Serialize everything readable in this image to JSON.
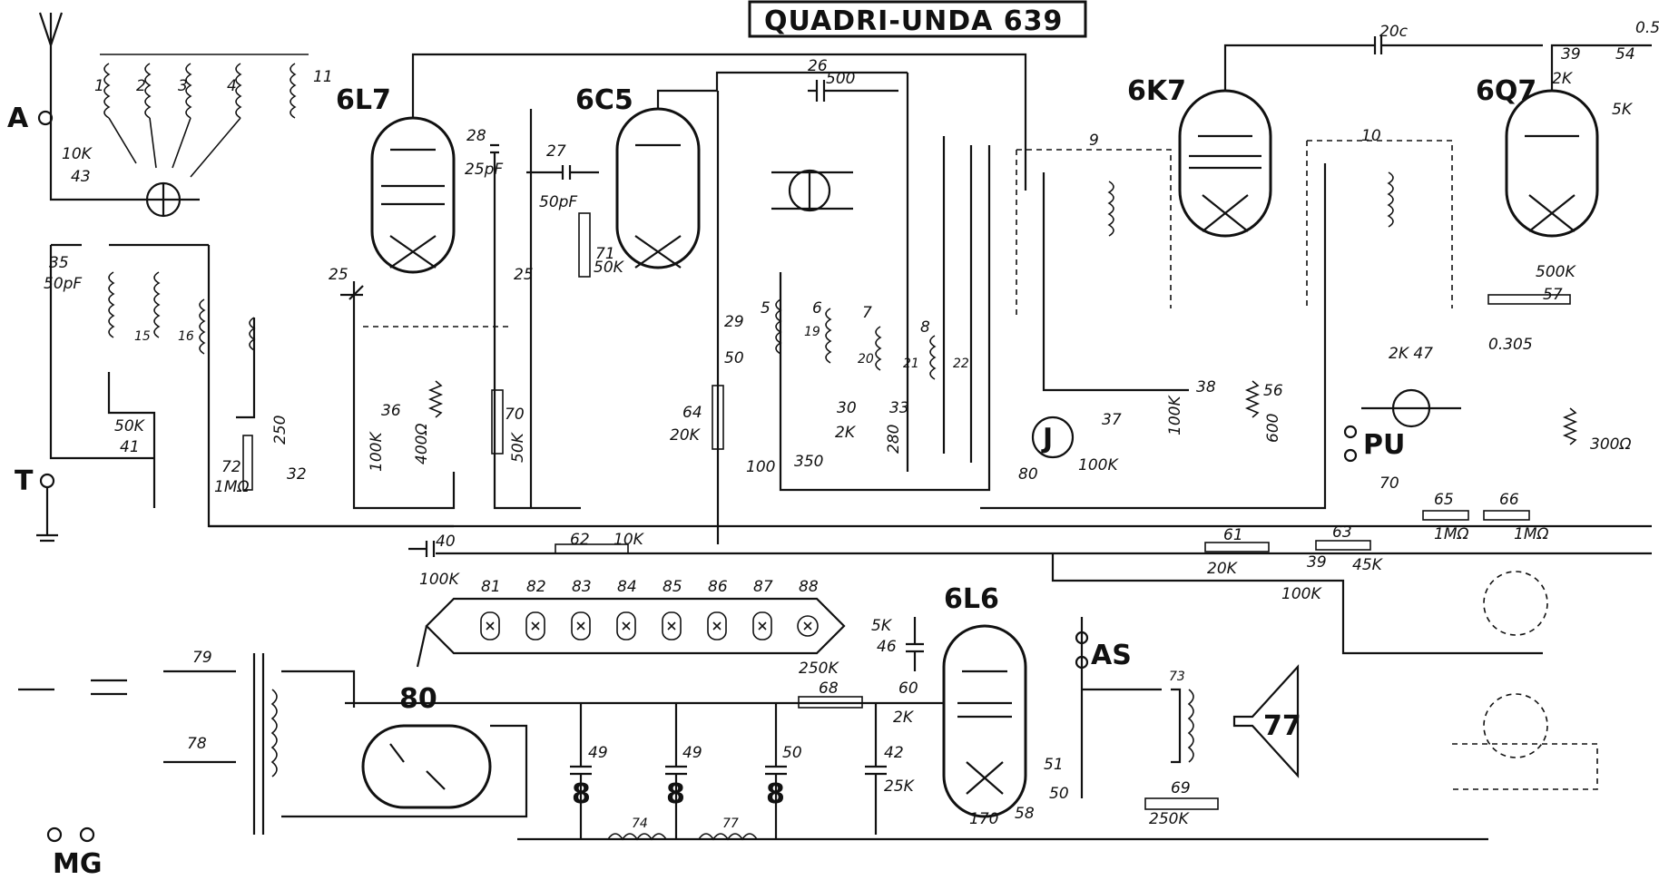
{
  "title": "QUADRI-UNDA 639",
  "tubes": [
    "6L7",
    "6C5",
    "6K7",
    "6Q7",
    "6L6",
    "80"
  ],
  "terminals": {
    "antenna": "A",
    "ground": "T",
    "pickup": "PU",
    "speaker": "AS",
    "mains": "MG",
    "dial_lamp": "J",
    "dial_lamp_num": "80",
    "speaker_num": "77"
  },
  "labels": {
    "c43_a": "10K",
    "c43_b": "43",
    "c35_a": "35",
    "c35_b": "50pF",
    "r41_a": "50K",
    "r41_b": "41",
    "r72_a": "72",
    "r72_b": "1MΩ",
    "c250": "250",
    "c32": "32",
    "c25a": "25",
    "c25b": "25",
    "c28": "28",
    "c25pf": "25pF",
    "c27": "27",
    "c50pf": "50pF",
    "c26": "26",
    "c500": "500",
    "r71": "71",
    "r50k71": "50K",
    "c36": "36",
    "c100k36": "100K",
    "r400": "400Ω",
    "r70": "70",
    "r50k70": "50K",
    "r64": "64",
    "r20k64": "20K",
    "c29": "29",
    "c50_29": "50",
    "c100": "100",
    "c350": "350",
    "c30": "30",
    "r2k30": "2K",
    "c33": "33",
    "c280": "280",
    "ifno9": "9",
    "ifno10": "10",
    "c20c": "20c",
    "c38": "38",
    "c100k38": "100K",
    "r56": "56",
    "r600": "600",
    "c37": "37",
    "c100k37": "100K",
    "r500k": "500K",
    "r57": "57",
    "r2k47": "2K 47",
    "r39": "39",
    "r54": "54",
    "r2k": "2K",
    "r5k": "5K",
    "c0305": "0.305",
    "c05": "0.5",
    "r300": "300Ω",
    "r65": "65",
    "r1m65": "1MΩ",
    "r66": "66",
    "r1m66": "1MΩ",
    "n70": "70",
    "c40": "40",
    "c100k40": "100K",
    "r62": "62",
    "r10k": "10K",
    "r61": "61",
    "r20k61": "20K",
    "r63": "63",
    "c39": "39",
    "r45k": "45K",
    "r100k": "100K",
    "lamps": [
      "81",
      "82",
      "83",
      "84",
      "85",
      "86",
      "87",
      "88"
    ],
    "c46": "46",
    "c5k": "5K",
    "r68": "68",
    "r250k68": "250K",
    "r60": "60",
    "r2k60": "2K",
    "c49a": "49",
    "c8a": "8",
    "c49b": "49",
    "c8b": "8",
    "c50": "50",
    "c8c": "8",
    "c42": "42",
    "c25k": "25K",
    "r51": "51",
    "c50_51": "50",
    "r58": "58",
    "r170": "170",
    "r69": "69",
    "r250k69": "250K",
    "ch74": "74",
    "ch77": "77",
    "t79": "79",
    "t78": "78",
    "t73": "73",
    "coil1": "1",
    "coil2": "2",
    "coil3": "3",
    "coil4": "4",
    "coil11": "11",
    "coil5": "5",
    "coil6": "6",
    "coil7": "7",
    "coil8": "8",
    "c15": "15",
    "c16": "16",
    "c19": "19",
    "c20": "20",
    "c21": "21",
    "c22": "22"
  }
}
